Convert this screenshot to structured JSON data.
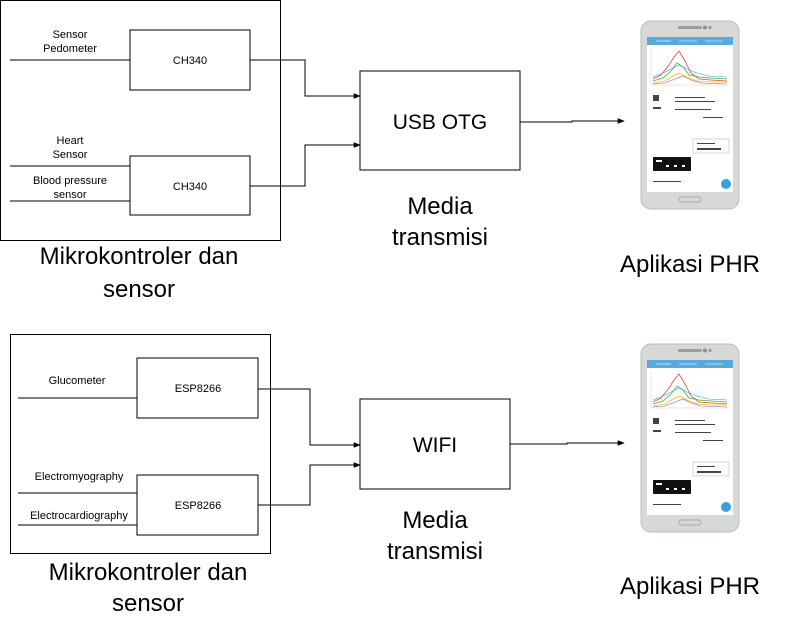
{
  "top": {
    "inputs": {
      "sensor_pedometer_1": "Sensor",
      "sensor_pedometer_2": "Pedometer",
      "heart_sensor_1": "Heart",
      "heart_sensor_2": "Sensor",
      "blood_pressure_1": "Blood pressure",
      "blood_pressure_2": "sensor"
    },
    "chip_1": "CH340",
    "chip_2": "CH340",
    "hub": "USB OTG",
    "media_1": "Media",
    "media_2": "transmisi",
    "group_1": "Mikrokontroler dan",
    "group_2": "sensor",
    "app": "Aplikasi PHR"
  },
  "bottom": {
    "inputs": {
      "glucometer": "Glucometer",
      "electromyography": "Electromyography",
      "electrocardiography": "Electrocardiography"
    },
    "chip_1": "ESP8266",
    "chip_2": "ESP8266",
    "hub": "WIFI",
    "media_1": "Media",
    "media_2": "transmisi",
    "group_1": "Mikrokontroler dan",
    "group_2": "sensor",
    "app": "Aplikasi PHR"
  },
  "colors": {
    "phone_body": "#d7d9d6",
    "phone_screen": "#ffffff",
    "app_header": "#5aa9dc",
    "chart_lines": [
      "#3fae49",
      "#f4c20d",
      "#e74c3c",
      "#3498db",
      "#9b59b6"
    ],
    "display_panel": "#111111",
    "fab": "#3aa0db"
  }
}
